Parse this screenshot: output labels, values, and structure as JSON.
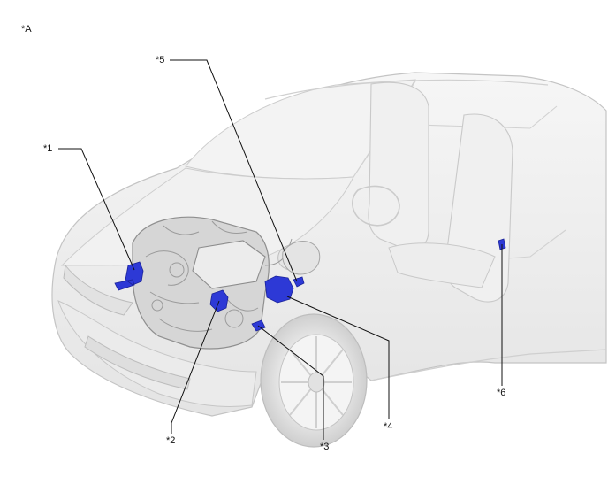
{
  "figure": {
    "view_label": "*A",
    "callouts": [
      {
        "id": "c1",
        "label": "*1"
      },
      {
        "id": "c2",
        "label": "*2"
      },
      {
        "id": "c3",
        "label": "*3"
      },
      {
        "id": "c4",
        "label": "*4"
      },
      {
        "id": "c5",
        "label": "*5"
      },
      {
        "id": "c6",
        "label": "*6"
      }
    ],
    "colors": {
      "highlight": "#2d39d6",
      "highlight_dark": "#1a2299",
      "body_fill": "#eeeeee",
      "body_stroke": "#c8c8c8",
      "engine_fill": "#d8d8d8",
      "engine_stroke": "#9a9a9a",
      "leader": "#111111"
    }
  }
}
